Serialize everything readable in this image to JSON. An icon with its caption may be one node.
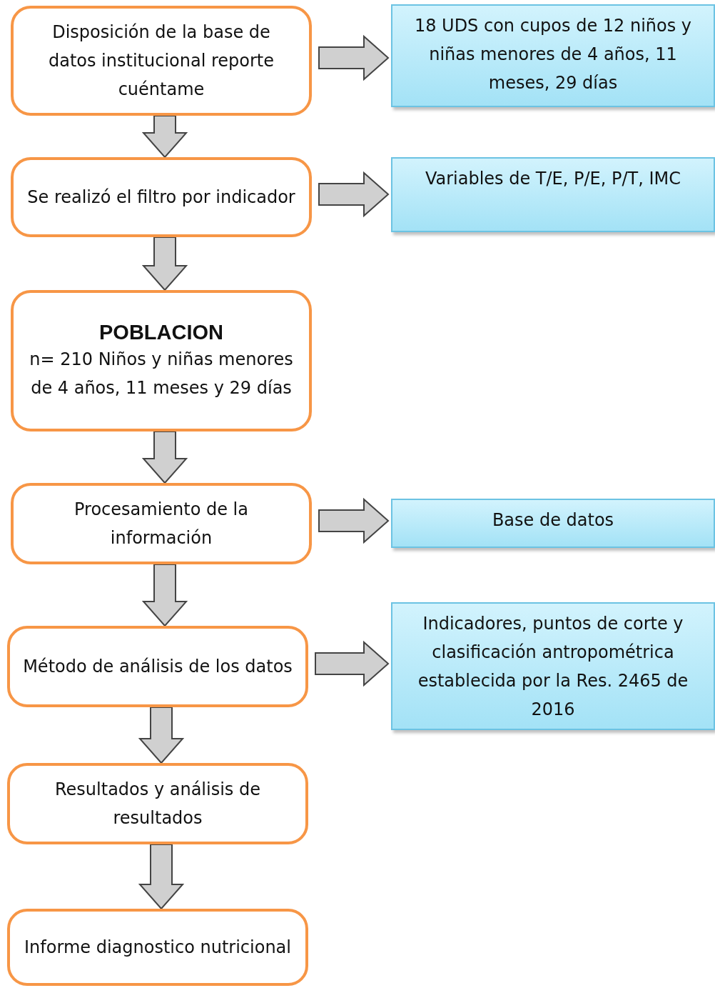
{
  "diagram": {
    "nodes": [
      {
        "text": [
          "Disposición de la base de datos institucional reporte cuéntame"
        ]
      },
      {
        "text": [
          "18 UDS con cupos de 12 niños y niñas menores de 4 años, 11 meses, 29 días"
        ]
      },
      {
        "text": [
          "Se realizó el filtro por indicador"
        ]
      },
      {
        "text": [
          "Variables de T/E, P/E, P/T, IMC"
        ]
      },
      {
        "text": [
          "POBLACION",
          "n= 210 Niños y niñas menores de 4 años, 11 meses y 29 días"
        ]
      },
      {
        "text": [
          "Procesamiento de la información"
        ]
      },
      {
        "text": [
          "Base de datos"
        ]
      },
      {
        "text": [
          "Método de análisis de los datos"
        ]
      },
      {
        "text": [
          "Indicadores, puntos de corte y clasificación antropométrica establecida por la Res. 2465 de 2016"
        ]
      },
      {
        "text": [
          "Resultados y análisis de resultados"
        ]
      },
      {
        "text": [
          "Informe diagnostico nutricional"
        ]
      }
    ],
    "edges": [
      {
        "from": 0,
        "to": 1,
        "arrow": "to"
      },
      {
        "from": 0,
        "to": 2,
        "arrow": "to"
      },
      {
        "from": 2,
        "to": 3,
        "arrow": "to"
      },
      {
        "from": 2,
        "to": 4,
        "arrow": "to"
      },
      {
        "from": 4,
        "to": 5,
        "arrow": "to"
      },
      {
        "from": 5,
        "to": 6,
        "arrow": "to"
      },
      {
        "from": 5,
        "to": 7,
        "arrow": "to"
      },
      {
        "from": 7,
        "to": 8,
        "arrow": "to"
      },
      {
        "from": 7,
        "to": 9,
        "arrow": "to"
      },
      {
        "from": 9,
        "to": 10,
        "arrow": "to"
      }
    ]
  }
}
